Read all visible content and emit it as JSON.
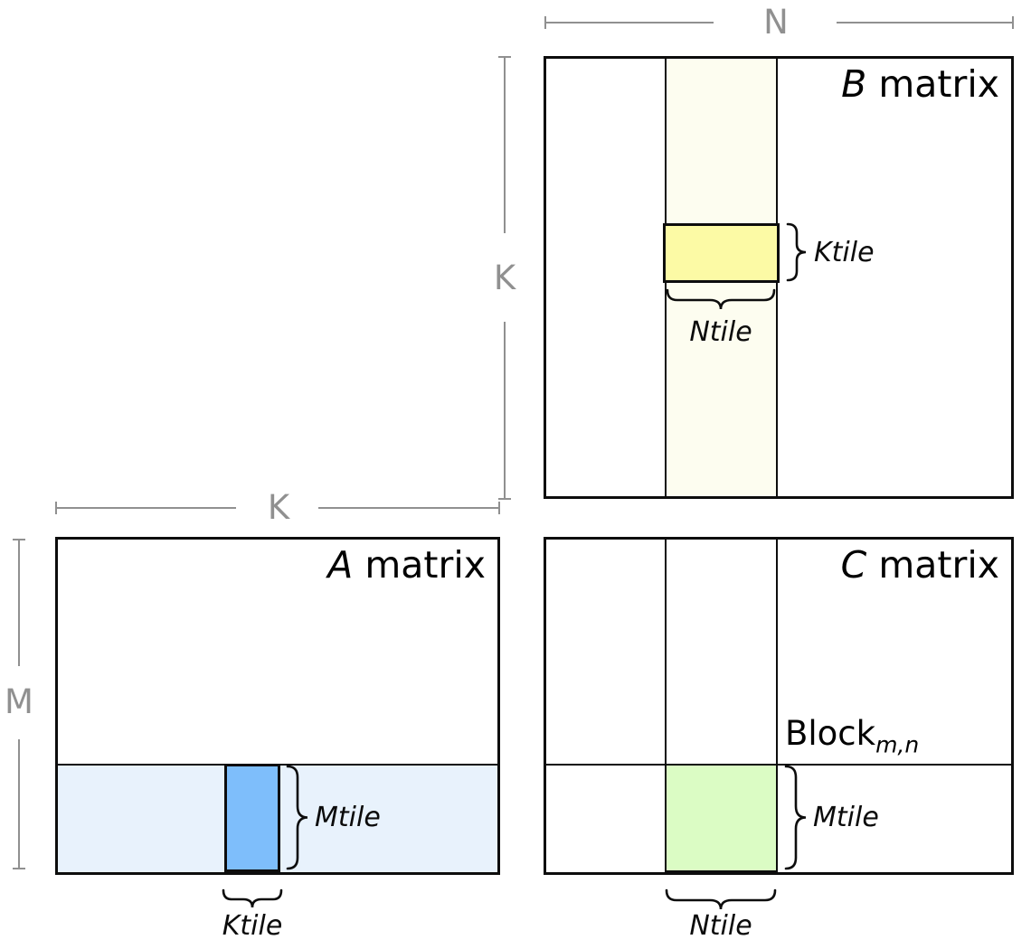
{
  "diagram": {
    "dimensions": {
      "n_label": "N",
      "k_label_b": "K",
      "k_label_a": "K",
      "m_label": "M"
    },
    "matrix_b": {
      "title_letter": "B",
      "title_word": "matrix",
      "ktile_label": "Ktile",
      "ntile_label": "Ntile"
    },
    "matrix_a": {
      "title_letter": "A",
      "title_word": "matrix",
      "mtile_label": "Mtile",
      "ktile_label": "Ktile"
    },
    "matrix_c": {
      "title_letter": "C",
      "title_word": "matrix",
      "block_label": "Block",
      "block_subscript": "m,n",
      "mtile_label": "Mtile",
      "ntile_label": "Ntile"
    },
    "colors": {
      "b_column_fill": "#FDFDF0",
      "b_tile_fill": "#FCFAA5",
      "a_band_fill": "#E8F2FC",
      "a_tile_fill": "#7EBEFB",
      "c_tile_fill": "#DBFCC4",
      "dimension_gray": "#909090",
      "line_black": "#0D0D0D"
    }
  }
}
